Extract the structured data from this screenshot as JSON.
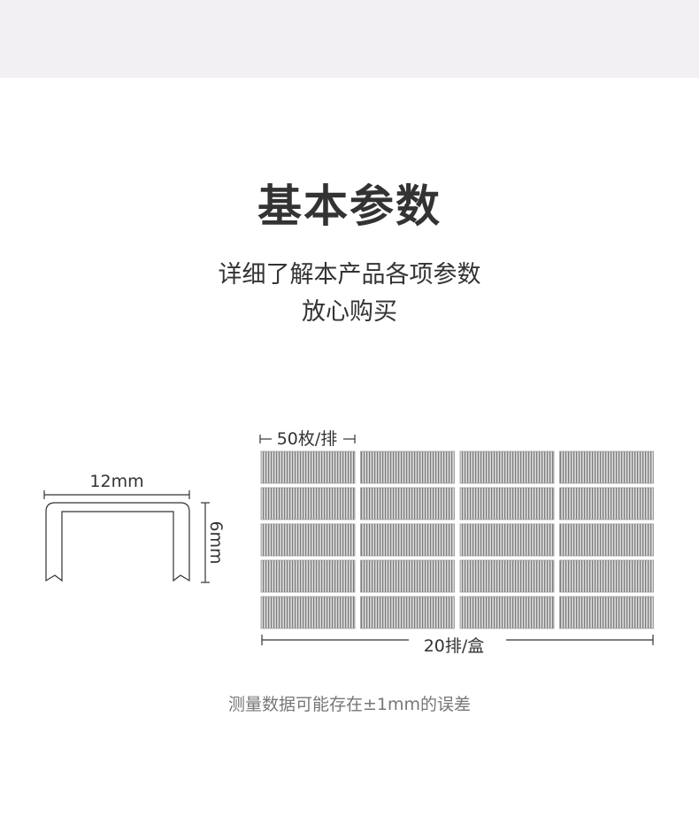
{
  "header": {
    "title": "基本参数",
    "subtitle_line1": "详细了解本产品各项参数",
    "subtitle_line2": "放心购买"
  },
  "staple": {
    "width_label": "12mm",
    "height_label": "6mm"
  },
  "pack": {
    "per_row_label": "50枚/排",
    "rows_label": "20排/盒",
    "grid_rows": 5,
    "grid_cols": 4
  },
  "footer": {
    "note": "测量数据可能存在±1mm的误差"
  },
  "colors": {
    "top_band": "#f2f0f2",
    "line": "#333333",
    "staple_bar": "#888888",
    "note": "#777777"
  }
}
